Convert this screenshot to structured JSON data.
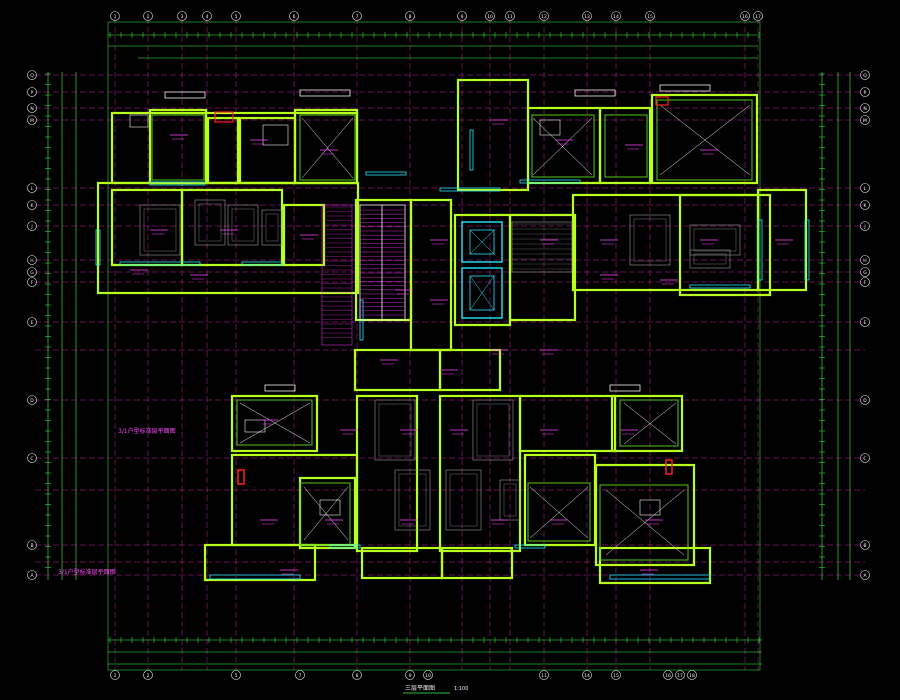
{
  "drawing": {
    "title": "三层平面图",
    "scale": "1:100",
    "background": "#000000",
    "colors": {
      "wall": "#b7ff1c",
      "wall_dark": "#54c81a",
      "window": "#23e6ff",
      "dimension": "#3bff3b",
      "grid_line": "#ff2bd0",
      "text": "#ff44ff",
      "furniture": "#9a9a9a",
      "white": "#f2f2f2",
      "stair": "#ff33ff",
      "red": "#ff2020",
      "blue": "#0070ff"
    },
    "note_left_top": "3/1户型标准层平面图",
    "note_left_bottom": "3/1户型标准层平面图",
    "top_axis_labels": [
      "1",
      "2",
      "3",
      "4",
      "5",
      "6",
      "7",
      "8",
      "9",
      "10",
      "11",
      "12",
      "13",
      "14",
      "15",
      "16",
      "17"
    ],
    "bottom_axis_labels": [
      "1",
      "2",
      "5",
      "7",
      "8",
      "9",
      "10",
      "11",
      "14",
      "15",
      "16",
      "17",
      "18"
    ],
    "left_axis_labels": [
      "Q",
      "P",
      "N",
      "M",
      "L",
      "K",
      "J",
      "H",
      "G",
      "F",
      "E",
      "D",
      "C",
      "B",
      "A"
    ],
    "right_axis_labels": [
      "Q",
      "P",
      "N",
      "M",
      "L",
      "K",
      "J",
      "H",
      "G",
      "F",
      "E",
      "D",
      "C",
      "B",
      "A"
    ]
  }
}
